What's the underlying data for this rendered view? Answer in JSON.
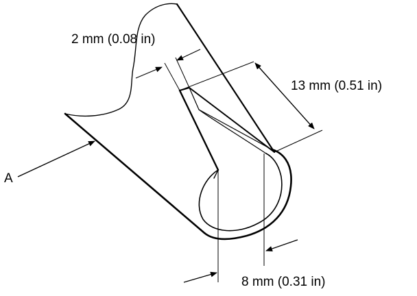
{
  "dimensions": {
    "thickness": "2 mm (0.08 in)",
    "height": "13 mm (0.51 in)",
    "width": "8 mm (0.31 in)"
  },
  "callout": "A",
  "colors": {
    "line": "#000000",
    "background": "#ffffff"
  }
}
